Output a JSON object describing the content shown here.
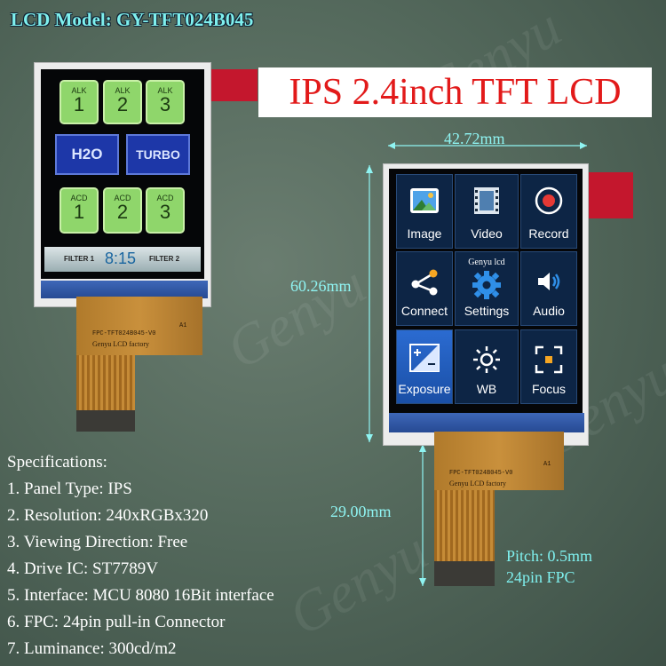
{
  "header": {
    "model": "LCD Model: GY-TFT024B045",
    "title": "IPS 2.4inch TFT LCD"
  },
  "watermark": "Genyu",
  "left_module": {
    "top_tiles": [
      {
        "small": "ALK",
        "big": "1"
      },
      {
        "small": "ALK",
        "big": "2"
      },
      {
        "small": "ALK",
        "big": "3"
      }
    ],
    "buttons": [
      "H2O",
      "TURBO"
    ],
    "bottom_tiles": [
      {
        "small": "ACD",
        "big": "1"
      },
      {
        "small": "ACD",
        "big": "2"
      },
      {
        "small": "ACD",
        "big": "3"
      }
    ],
    "bar": {
      "left": "FILTER 1",
      "time": "8:15",
      "right": "FILTER 2"
    },
    "fpc_code": "FPC-TFT024B045-V0",
    "fpc_maker": "Genyu LCD factory",
    "pin_mark": "A1"
  },
  "right_module": {
    "cells": [
      {
        "label": "Image",
        "icon": "image-icon"
      },
      {
        "label": "Video",
        "icon": "film-icon"
      },
      {
        "label": "Record",
        "icon": "record-icon"
      },
      {
        "label": "Connect",
        "icon": "share-icon"
      },
      {
        "label": "Settings",
        "icon": "gear-icon",
        "caption": "Genyu lcd"
      },
      {
        "label": "Audio",
        "icon": "speaker-icon"
      },
      {
        "label": "Exposure",
        "icon": "exposure-icon"
      },
      {
        "label": "WB",
        "icon": "sun-icon"
      },
      {
        "label": "Focus",
        "icon": "focus-icon"
      }
    ],
    "fpc_code": "FPC-TFT024B045-V0",
    "fpc_maker": "Genyu LCD factory",
    "pin_mark": "A1"
  },
  "dimensions": {
    "width": "42.72mm",
    "height": "60.26mm",
    "fpc": "29.00mm"
  },
  "specs": [
    "Specifications:",
    "1. Panel Type:  IPS",
    "2. Resolution: 240xRGBx320",
    "3. Viewing Direction:   Free",
    "4. Drive IC:   ST7789V",
    "5. Interface:  MCU 8080 16Bit interface",
    "6. FPC:  24pin pull-in Connector",
    "7. Luminance:  300cd/m2"
  ],
  "pitch": [
    "Pitch: 0.5mm",
    "24pin FPC"
  ],
  "colors": {
    "accent": "#7ff0ee",
    "title_red": "#e21a1a",
    "tile_green": "#8fd66b",
    "button_blue": "#1d37a8"
  }
}
